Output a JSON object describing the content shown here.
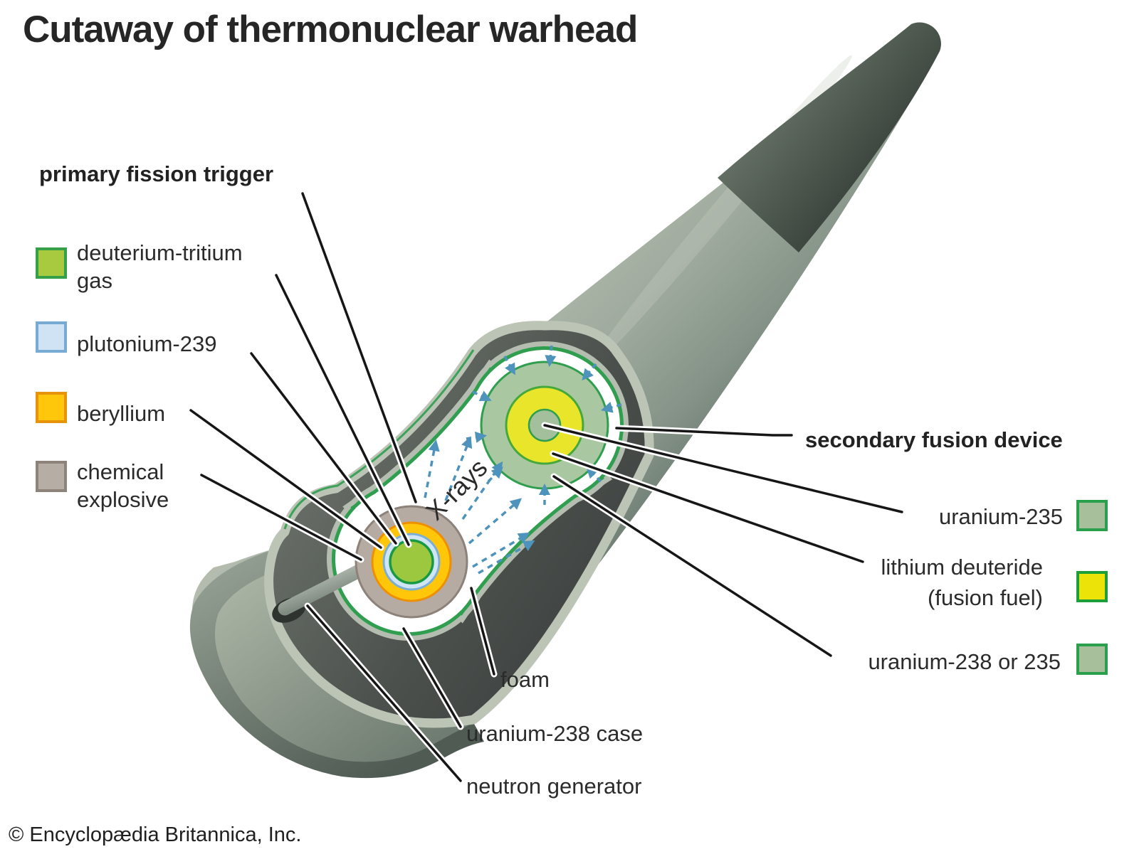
{
  "title": "Cutaway of thermonuclear warhead",
  "copyright": "© Encyclopædia Britannica, Inc.",
  "callouts": {
    "primary_trigger": "primary fission trigger",
    "secondary_device": "secondary fusion device",
    "xrays": "X-rays",
    "foam": "foam",
    "uranium_case": "uranium-238 case",
    "neutron_generator": "neutron generator"
  },
  "legend_left": [
    {
      "line1": "deuterium-tritium",
      "line2": "gas",
      "fill": "#a8ca3e",
      "border": "#35a048"
    },
    {
      "line1": "plutonium-239",
      "line2": "",
      "fill": "#cfe3f4",
      "border": "#78abd4"
    },
    {
      "line1": "beryllium",
      "line2": "",
      "fill": "#fec70b",
      "border": "#e8930c"
    },
    {
      "line1": "chemical",
      "line2": "explosive",
      "fill": "#b6ada5",
      "border": "#8d837b"
    }
  ],
  "legend_right": [
    {
      "line1": "uranium-235",
      "line2": "",
      "fill": "#a8bf9b",
      "border": "#2ba04c"
    },
    {
      "line1": "lithium deuteride",
      "line2": "(fusion fuel)",
      "fill": "#ece408",
      "border": "#1c9e38"
    },
    {
      "line1": "uranium-238 or 235",
      "line2": "",
      "fill": "#a8bf9b",
      "border": "#2ba04c"
    }
  ],
  "materials": {
    "dt_gas_fill": "#9bc83e",
    "dt_gas_stroke": "#189a44",
    "plutonium_fill": "#cfe4f5",
    "plutonium_stroke": "#79aed6",
    "beryllium_fill": "#ffc60a",
    "beryllium_stroke": "#ee8f00",
    "explosive_fill": "#b5aba3",
    "explosive_stroke": "#8c8279",
    "tamper_fill": "#a9c7a0",
    "tamper_stroke": "#2f9e4f",
    "lithium_fill": "#e9e52b",
    "lithium_stroke": "#44a83a",
    "sparkplug_fill": "#a4bf9c",
    "sparkplug_stroke": "#2f9e4f",
    "xray_arrow": "#4e93bb",
    "trim_green": "#2f9e4f",
    "case_dark": "#4b504c",
    "shell_sage": "#9fab9e"
  }
}
